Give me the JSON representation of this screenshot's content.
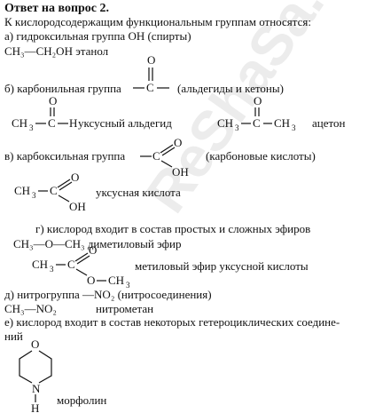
{
  "header": {
    "title": "Ответ на вопрос 2.",
    "intro": "К кислородсодержащим функциональным группам относятся:"
  },
  "a": {
    "line": "а) гидроксильная группа ОН (спирты)",
    "formula": "CH₃—CH₂OH этанол"
  },
  "b": {
    "line": "б) карбонильная группа",
    "class": "(альдегиды и кетоны)",
    "ex1_name": "уксусный альдегид",
    "ex2_name": "ацетон"
  },
  "v": {
    "line": "в) карбоксильная группа",
    "class": "(карбоновые кислоты)",
    "ex_name": "уксусная кислота"
  },
  "g": {
    "line": "г) кислород входит в состав простых и сложных эфиров",
    "ether": "CH₃—O—CH₃ диметиловый эфир",
    "ester_name": "метиловый эфир уксусной кислоты"
  },
  "d": {
    "line": "д) нитрогруппа —NO₂ (нитросоединения)",
    "formula": "CH₃—NO₂",
    "name": "нитрометан"
  },
  "e": {
    "line": "е) кислород входит в состав некоторых гетероциклических соедине-",
    "line2": "ний",
    "name": "морфолин"
  },
  "watermark": "ReShaSa.Ru"
}
